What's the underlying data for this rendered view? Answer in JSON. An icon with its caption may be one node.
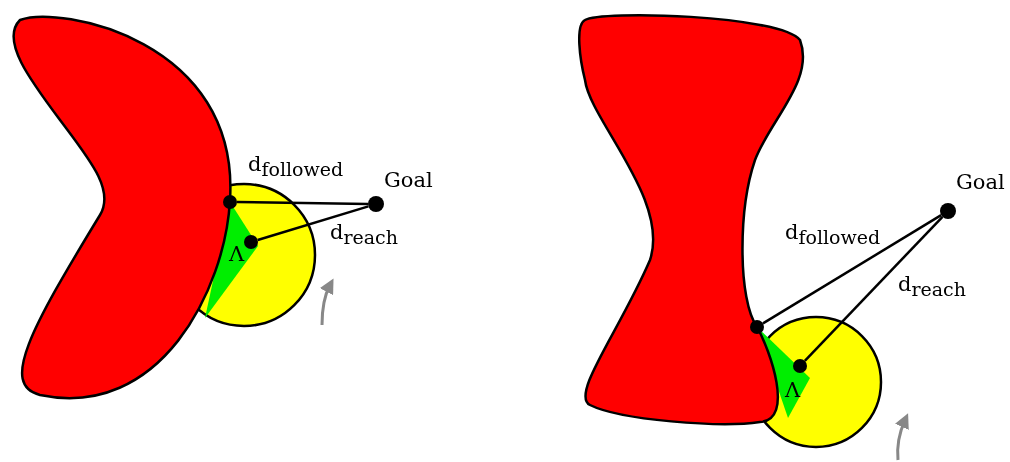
{
  "diagram": {
    "nodes": [
      {
        "text": [],
        "shape": "circle"
      },
      {
        "text": [],
        "shape": "circle"
      },
      {
        "text": [],
        "shape": "circle",
        "beside": [
          "Goal"
        ]
      },
      {
        "text": [],
        "shape": "circle"
      },
      {
        "text": [],
        "shape": "circle"
      },
      {
        "text": [],
        "shape": "circle",
        "beside": [
          "Goal"
        ]
      }
    ],
    "edges": [
      {
        "from": 0,
        "to": 2,
        "arrow": "none",
        "label": "d$_{followed}$"
      },
      {
        "from": 1,
        "to": 2,
        "arrow": "none",
        "label": "d$_{reach}$"
      },
      {
        "from": 3,
        "to": 5,
        "arrow": "none",
        "label": "d$_{followed}$"
      },
      {
        "from": 4,
        "to": 5,
        "arrow": "none",
        "label": "d$_{reach}$"
      }
    ],
    "labels": [
      "Λ",
      "Λ"
    ]
  }
}
